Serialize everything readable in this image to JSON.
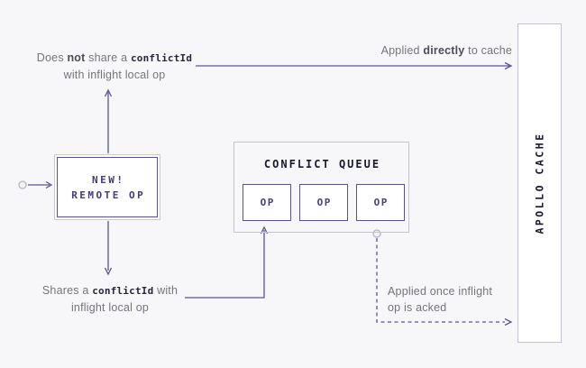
{
  "colors": {
    "background": "#f7f7f9",
    "accent_purple": "#5a5690",
    "node_purple_border": "#56528e",
    "node_purple_text": "#403c7e",
    "dark_mono_text": "#18182f",
    "gray_text": "#74747f",
    "light_border": "#c5c3d2"
  },
  "annotations": {
    "top_left": {
      "l1a": "Does ",
      "l1b": "not",
      "l1c": " share a ",
      "l1code": "conflictId",
      "l2": "with inflight local op"
    },
    "top_right": {
      "a": "Applied ",
      "b": "directly",
      "c": " to cache"
    },
    "bottom_left": {
      "l1a": "Shares a ",
      "l1code": "conflictId",
      "l1b": " with",
      "l2": "inflight local op"
    },
    "bottom_right": {
      "l1": "Applied once inflight",
      "l2": "op is acked"
    }
  },
  "boxes": {
    "remote_op": {
      "line1": "NEW!",
      "line2": "REMOTE OP"
    },
    "conflict_queue": {
      "title": "CONFLICT QUEUE",
      "ops": [
        "OP",
        "OP",
        "OP"
      ]
    },
    "apollo_cache": {
      "label": "APOLLO CACHE"
    }
  }
}
